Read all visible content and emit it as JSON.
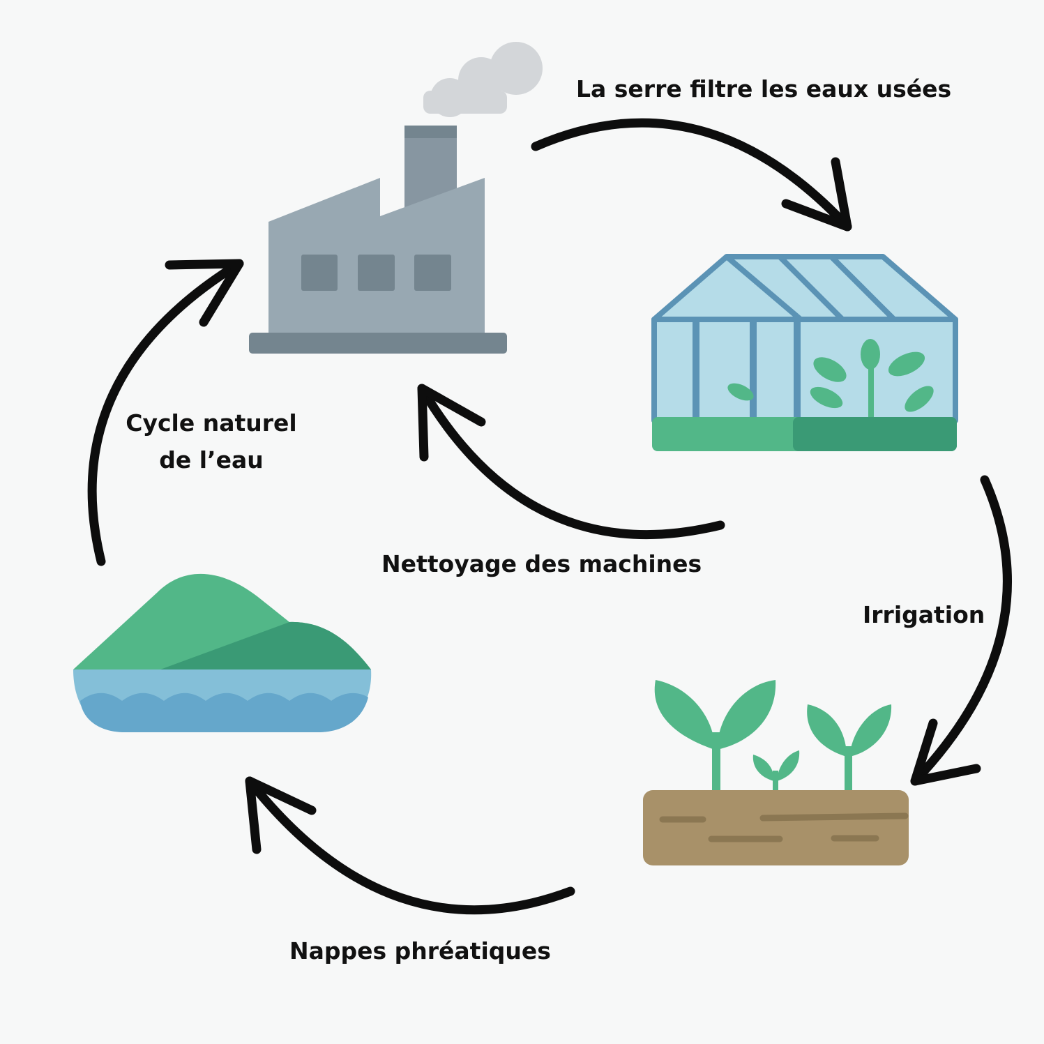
{
  "labels": {
    "greenhouse_filter": "La serre filtre les eaux usées",
    "irrigation": "Irrigation",
    "machine_cleaning": "Nettoyage des machines",
    "groundwater": "Nappes phréatiques",
    "natural_cycle_line1": "Cycle naturel",
    "natural_cycle_line2": "de l’eau"
  },
  "colors": {
    "background": "#f7f8f8",
    "factory": "#98a8b2",
    "factory_dark": "#74858f",
    "smoke": "#d3d6d9",
    "glass": "#b5dce8",
    "frame": "#5b93b5",
    "green": "#52b788",
    "green_dark": "#3a9a75",
    "water": "#6aaace",
    "soil": "#a89169",
    "arrow": "#0d0d0d"
  }
}
